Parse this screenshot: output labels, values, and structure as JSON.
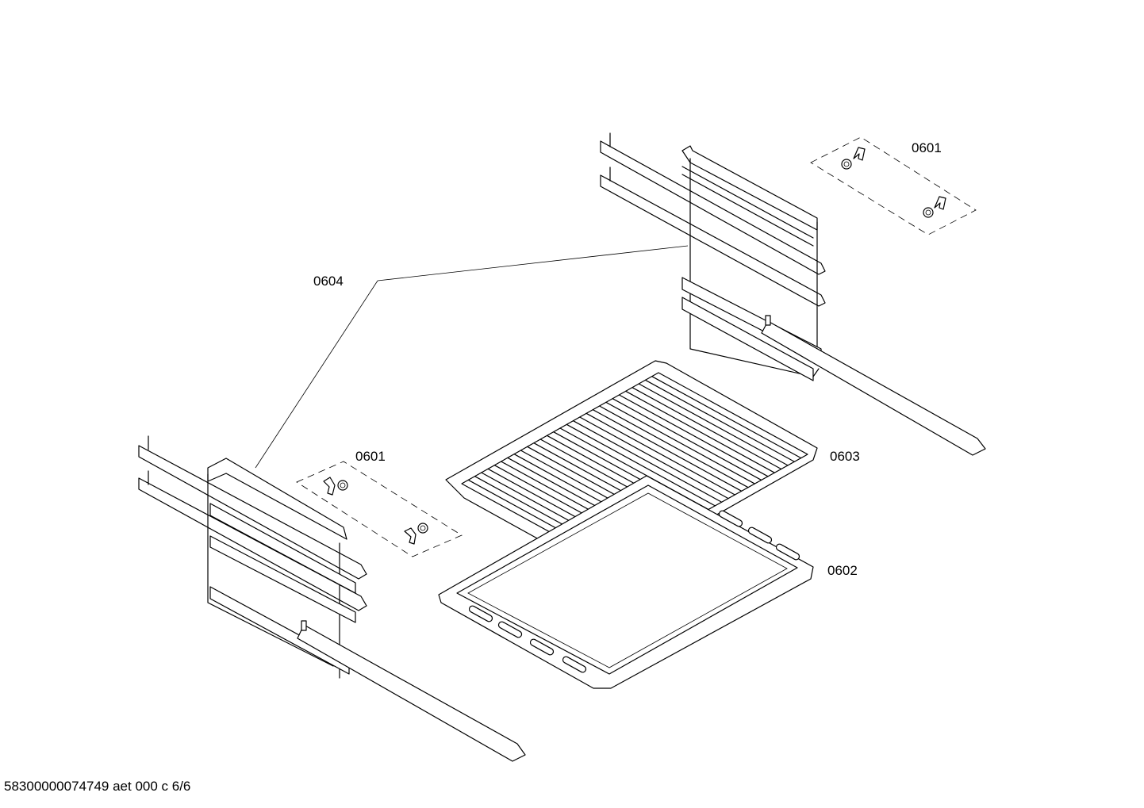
{
  "labels": {
    "rail_set_right": "0601",
    "rail_set_left": "0601",
    "oven_rack": "0603",
    "baking_tray": "0602",
    "side_racks": "0604"
  },
  "footer": {
    "document_code": "58300000074749 aet 000 c 6/6"
  }
}
